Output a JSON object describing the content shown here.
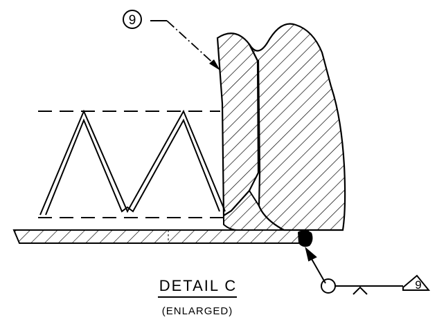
{
  "drawing": {
    "balloon_top": "9",
    "weld_symbol_flag": "9",
    "detail_title": "DETAIL C",
    "detail_subtitle": "(ENLARGED)"
  },
  "colors": {
    "ink": "#000000",
    "paper": "#ffffff"
  }
}
